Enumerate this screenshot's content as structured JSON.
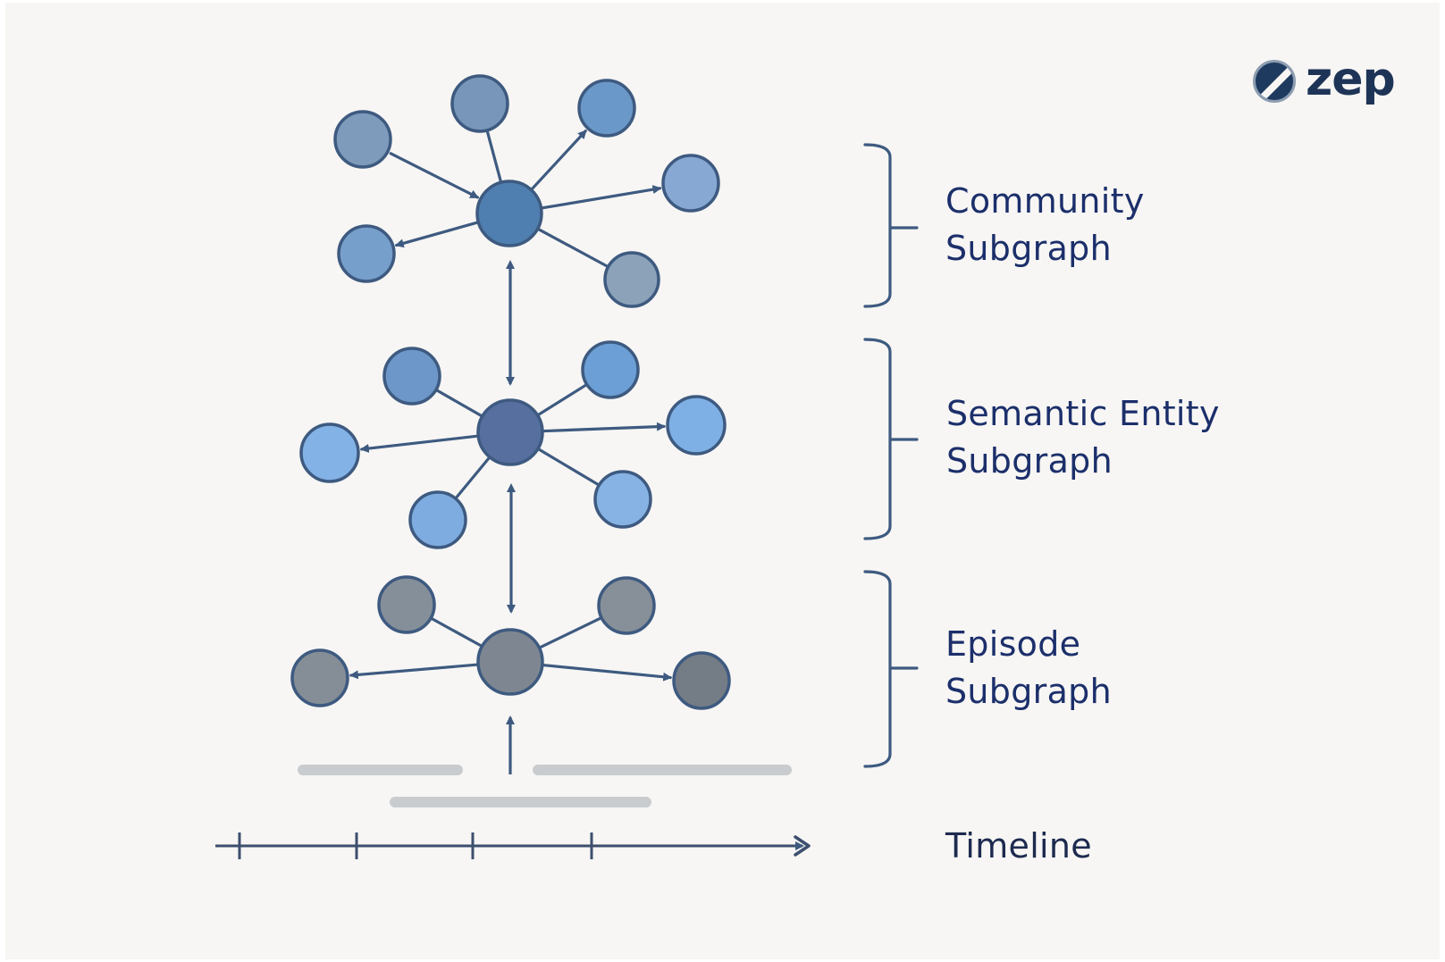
{
  "logo": {
    "text": "zep",
    "icon": "zep-logo-mark-icon"
  },
  "layers": [
    {
      "id": "community",
      "lines": [
        "Community",
        "Subgraph"
      ]
    },
    {
      "id": "semantic",
      "lines": [
        "Semantic Entity",
        "Subgraph"
      ]
    },
    {
      "id": "episode",
      "lines": [
        "Episode",
        "Subgraph"
      ]
    }
  ],
  "timeline": {
    "label": "Timeline",
    "tick_count": 4
  },
  "colors": {
    "background": "#f7f6f4",
    "label_text": "#1c2f6b",
    "stroke": "#3e5a80",
    "community_hub": "#4f7fb0",
    "semantic_hub": "#566f9e",
    "semantic_leaf": "#7aa9de",
    "episode_hub": "#7e8791",
    "episode_leaf": "#858f9a",
    "event_bars": "#c9ccce"
  }
}
